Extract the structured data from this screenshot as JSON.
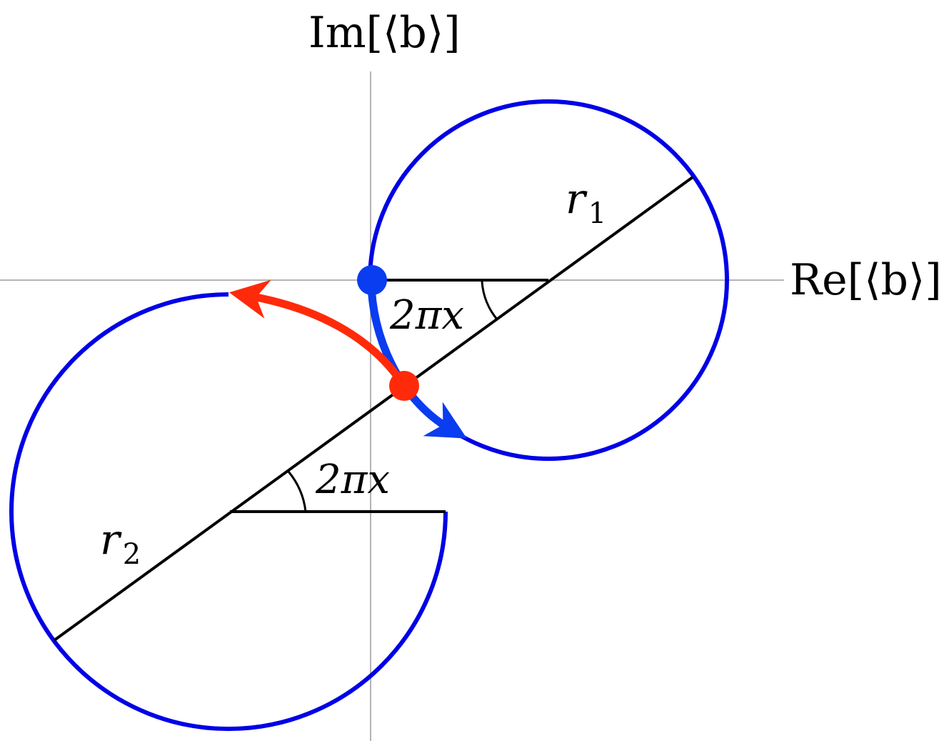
{
  "axes": {
    "x_label": "Re[⟨b⟩]",
    "y_label": "Im[⟨b⟩]"
  },
  "labels": {
    "angle_upper": "2πx",
    "angle_lower": "2πx",
    "radius_1": "r",
    "radius_1_sub": "1",
    "radius_2": "r",
    "radius_2_sub": "2"
  },
  "colors": {
    "circle": "#0000e6",
    "blue_point": "#0a3cf0",
    "red_point": "#ff2a0a",
    "lines": "#000000",
    "axes": "#9a9a9a"
  }
}
